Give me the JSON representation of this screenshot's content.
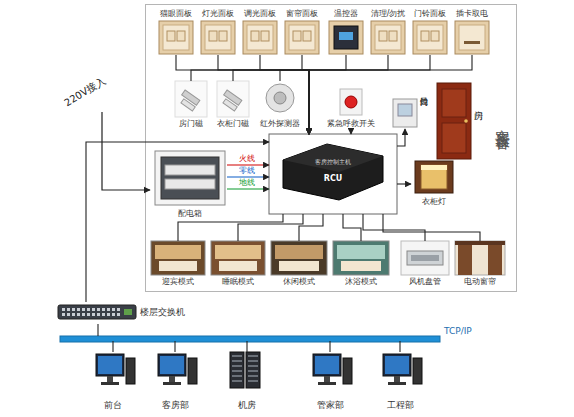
{
  "diagram": {
    "nodes": [
      {
        "text": [
          "客房设备"
        ]
      },
      {
        "text": [
          "猫眼面板"
        ],
        "in": 0
      },
      {
        "text": [
          "灯光面板"
        ],
        "in": 0
      },
      {
        "text": [
          "调光面板"
        ],
        "in": 0
      },
      {
        "text": [
          "窗帘面板"
        ],
        "in": 0
      },
      {
        "text": [
          "温控器"
        ],
        "in": 0
      },
      {
        "text": [
          "清理/勿扰"
        ],
        "in": 0
      },
      {
        "text": [
          "门铃面板"
        ],
        "in": 0
      },
      {
        "text": [
          "插卡取电"
        ],
        "in": 0
      },
      {
        "text": [
          "房门磁"
        ],
        "in": 0
      },
      {
        "text": [
          "衣柜门磁"
        ],
        "in": 0
      },
      {
        "text": [
          "红外探测器"
        ],
        "in": 0
      },
      {
        "text": [
          "紧急呼救开关"
        ],
        "in": 0
      },
      {
        "text": [
          "门铃门显"
        ],
        "in": 0
      },
      {
        "text": [
          "房门"
        ],
        "in": 0
      },
      {
        "text": [
          "衣柜灯"
        ],
        "in": 0
      },
      {
        "text": [
          "配电箱"
        ],
        "in": 0
      },
      {
        "text": [
          "客房控制主机",
          "RCU"
        ],
        "in": 0
      },
      {
        "text": [
          "迎宾模式"
        ],
        "in": 0
      },
      {
        "text": [
          "睡眠模式"
        ],
        "in": 0
      },
      {
        "text": [
          "休闲模式"
        ],
        "in": 0
      },
      {
        "text": [
          "沐浴模式"
        ],
        "in": 0
      },
      {
        "text": [
          "风机盘管"
        ],
        "in": 0
      },
      {
        "text": [
          "电动窗帘"
        ],
        "in": 0
      },
      {
        "text": [
          "楼层交换机"
        ]
      },
      {
        "text": [
          "TCP/IP"
        ]
      },
      {
        "text": [
          "前台"
        ]
      },
      {
        "text": [
          "客房部"
        ]
      },
      {
        "text": [
          "机房"
        ]
      },
      {
        "text": [
          "管家部"
        ]
      },
      {
        "text": [
          "工程部"
        ]
      }
    ],
    "edges": [
      {
        "from": 1,
        "to": 17,
        "arrow": "to"
      },
      {
        "from": 2,
        "to": 17,
        "arrow": "to"
      },
      {
        "from": 3,
        "to": 17,
        "arrow": "to"
      },
      {
        "from": 4,
        "to": 17,
        "arrow": "to"
      },
      {
        "from": 5,
        "to": 17,
        "arrow": "to"
      },
      {
        "from": 6,
        "to": 17,
        "arrow": "to"
      },
      {
        "from": 7,
        "to": 17,
        "arrow": "to"
      },
      {
        "from": 8,
        "to": 17,
        "arrow": "to"
      },
      {
        "from": 9,
        "to": 17,
        "arrow": "to"
      },
      {
        "from": 10,
        "to": 17,
        "arrow": "to"
      },
      {
        "from": 11,
        "to": 17,
        "arrow": "to"
      },
      {
        "from": 12,
        "to": 17,
        "arrow": "to"
      },
      {
        "from": 17,
        "to": 13,
        "arrow": "to"
      },
      {
        "from": 17,
        "to": 15,
        "arrow": "to"
      },
      {
        "from": 16,
        "to": 17,
        "label": "火线",
        "arrow": "to"
      },
      {
        "from": 16,
        "to": 17,
        "label": "零线",
        "arrow": "to"
      },
      {
        "from": 16,
        "to": 17,
        "label": "地线",
        "arrow": "to"
      },
      {
        "from": 17,
        "to": 18,
        "arrow": "none"
      },
      {
        "from": 17,
        "to": 19,
        "arrow": "none"
      },
      {
        "from": 17,
        "to": 20,
        "arrow": "none"
      },
      {
        "from": 17,
        "to": 21,
        "arrow": "none"
      },
      {
        "from": 17,
        "to": 22,
        "arrow": "none"
      },
      {
        "from": 17,
        "to": 23,
        "arrow": "none"
      },
      {
        "from": 24,
        "to": 17,
        "arrow": "to"
      },
      {
        "from": 24,
        "to": 25,
        "arrow": "none"
      },
      {
        "from": 25,
        "to": 26,
        "arrow": "none"
      },
      {
        "from": 25,
        "to": 27,
        "arrow": "none"
      },
      {
        "from": 25,
        "to": 28,
        "arrow": "none"
      },
      {
        "from": 25,
        "to": 29,
        "arrow": "none"
      },
      {
        "from": 25,
        "to": 30,
        "arrow": "none"
      }
    ],
    "labels": [
      "220V接入"
    ]
  }
}
